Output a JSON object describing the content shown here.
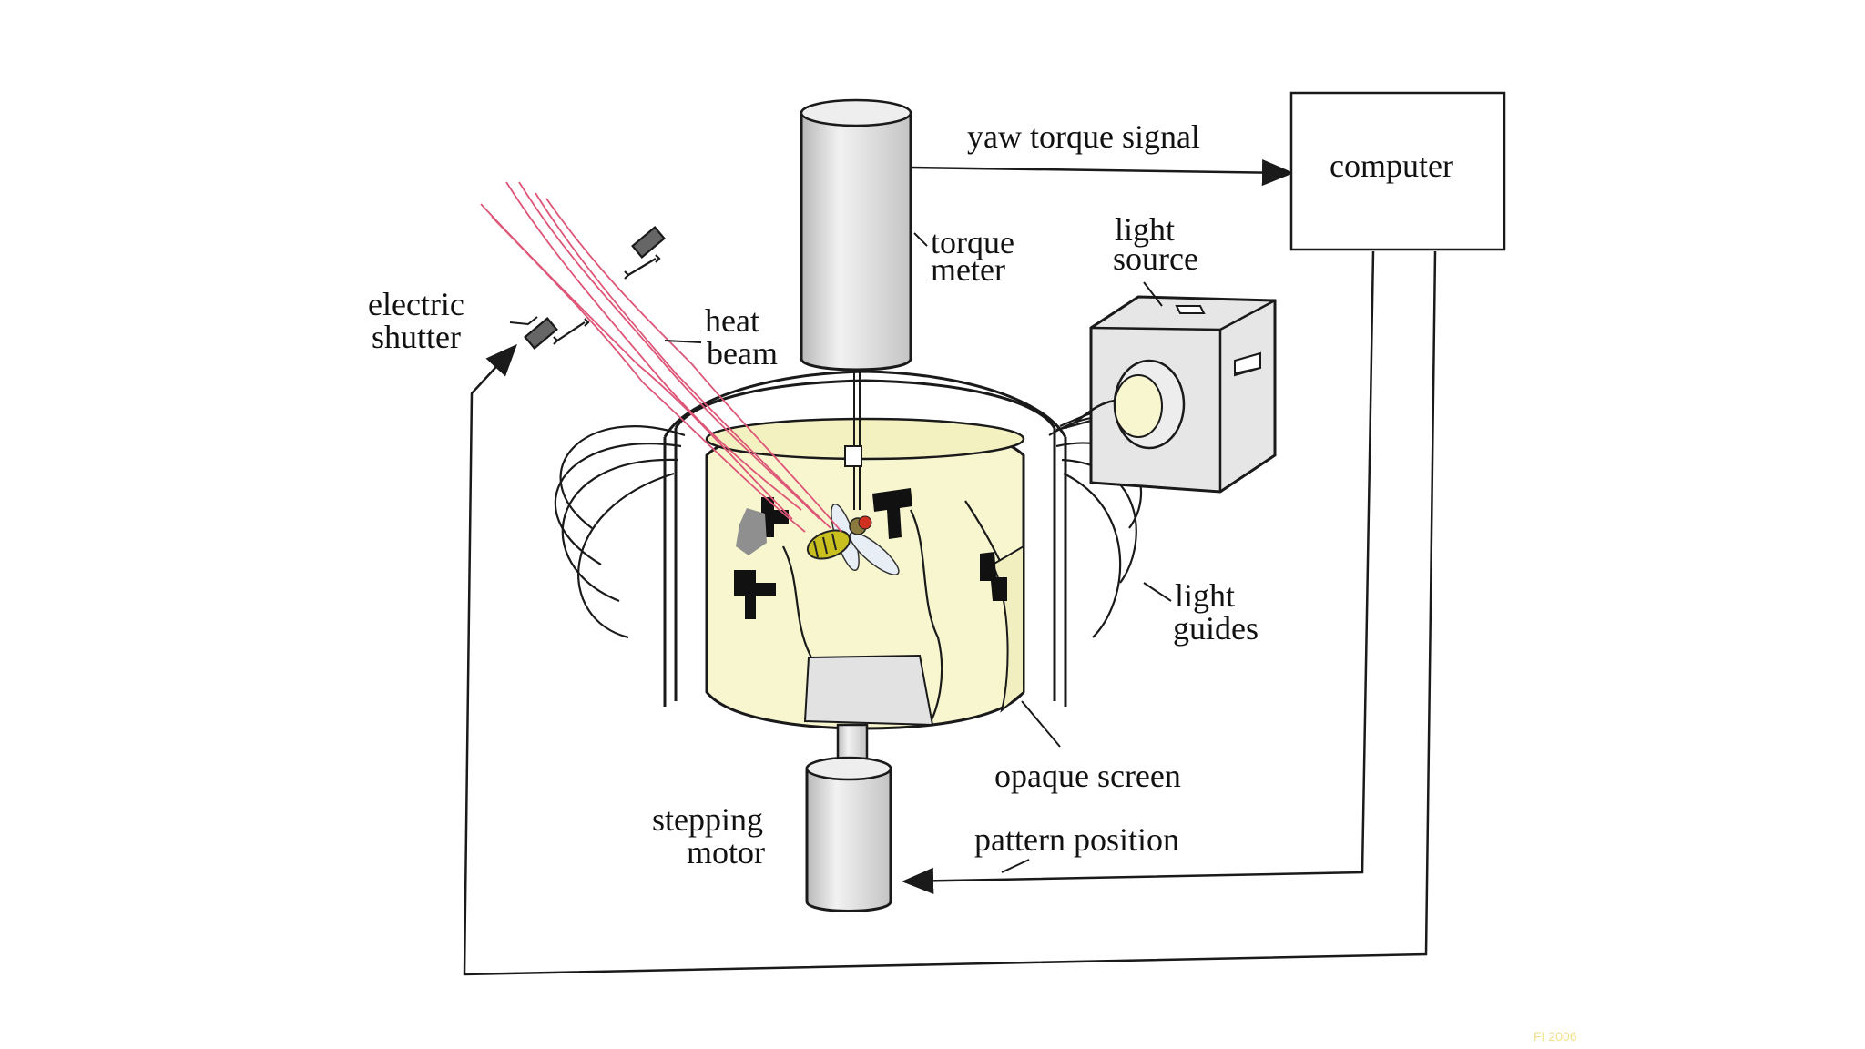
{
  "labels": {
    "yaw_torque_signal": "yaw torque signal",
    "computer": "computer",
    "torque_meter_1": "torque",
    "torque_meter_2": "meter",
    "light_source_1": "light",
    "light_source_2": "source",
    "electric_shutter_1": "electric",
    "electric_shutter_2": "shutter",
    "heat_beam_1": "heat",
    "heat_beam_2": "beam",
    "light_guides_1": "light",
    "light_guides_2": "guides",
    "opaque_screen": "opaque screen",
    "stepping_motor_1": "stepping",
    "stepping_motor_2": "motor",
    "pattern_position": "pattern position"
  },
  "credit": "FI 2006",
  "colors": {
    "line": "#1a1a1a",
    "cylinder_fill": "#f8f6cf",
    "metal": "#e2e2e2",
    "heat_beam": "#dd5577",
    "pattern": "#111111",
    "fly_body": "#c9c020",
    "fly_eye": "#d03020",
    "credit": "#f3e08a"
  }
}
